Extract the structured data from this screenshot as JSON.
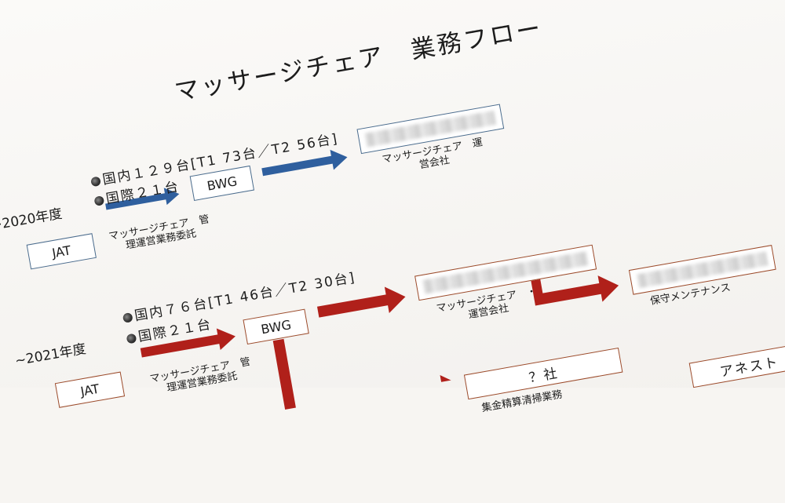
{
  "title": "マッサージチェア　業務フロー",
  "section_2020": {
    "year": "~2020年度",
    "domestic": "国内１２９台[T1 73台／T2 56台]",
    "international": "国際２１台",
    "jat": "JAT",
    "bwg": "BWG",
    "contract_label": "マッサージチェア　管理運営業務委託",
    "operator_label": "マッサージチェア　運営会社"
  },
  "section_2021": {
    "year": "~2021年度",
    "domestic": "国内７６台[T1 46台／T2 30台]",
    "international": "国際２１台",
    "jat": "JAT",
    "bwg": "BWG",
    "contract_label": "マッサージチェア　管理運営業務委託",
    "operator_label": "マッサージチェア　・運営会社",
    "maintenance_label": "保守メンテナンス",
    "unknown_company": "？社",
    "collection_label": "集金精算清掃業務",
    "honest": "アネスト"
  },
  "colors": {
    "blue_arrow": "#2f5f9e",
    "red_arrow": "#b0201a"
  }
}
